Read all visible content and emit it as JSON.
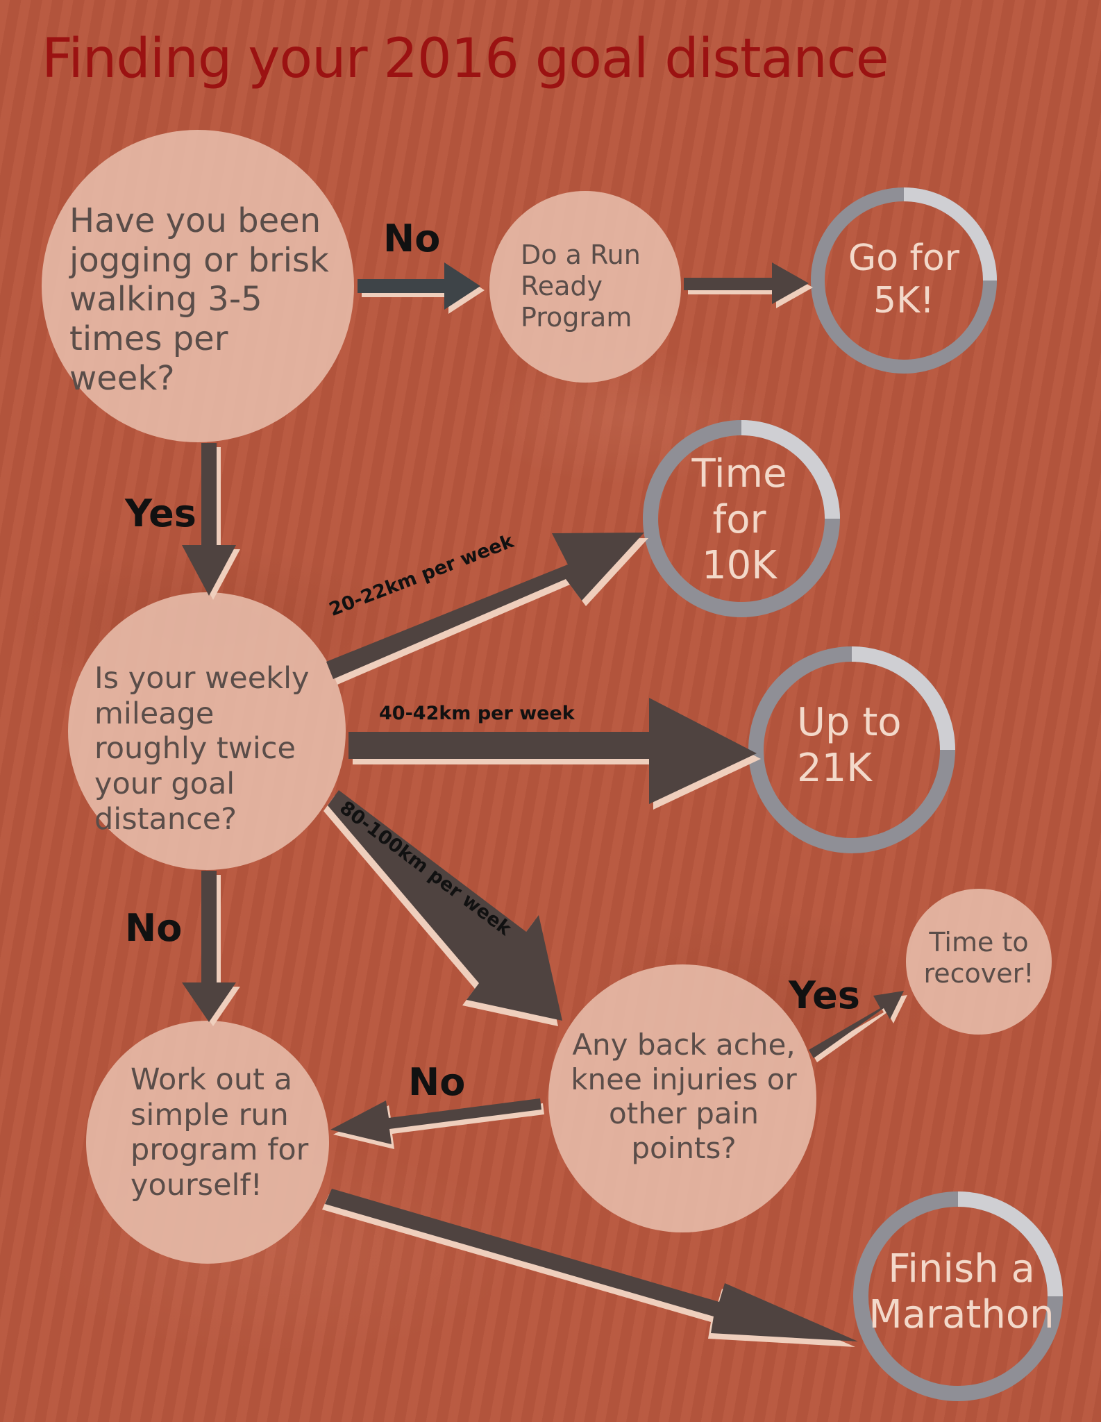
{
  "title": "Finding your 2016 goal distance",
  "nodes": {
    "q_jogging": "Have you been jogging or brisk walking 3-5 times per week?",
    "run_ready": "Do a Run Ready Program",
    "go_5k": "Go for 5K!",
    "q_mileage": "Is your weekly mileage roughly twice your goal distance?",
    "time_10k": "Time for 10K",
    "up_21k": "Up to 21K",
    "time_recover": "Time to recover!",
    "q_pain": "Any back ache, knee injuries or other pain points?",
    "work_out": "Work out a simple run program for yourself!",
    "marathon": "Finish a Marathon"
  },
  "edges": {
    "no_1": "No",
    "yes_1": "Yes",
    "km_20_22": "20-22km per week",
    "km_40_42": "40-42km per week",
    "km_80_100": "80-100km per week",
    "no_2": "No",
    "yes_2": "Yes",
    "no_3": "No"
  },
  "colors": {
    "background": "#b8573e",
    "title": "#9b1212",
    "node_fill": "#e5b9a6",
    "node_text": "#5a4d49",
    "arrow": "#4f4340",
    "arrow_highlight": "#efcfbd",
    "ring_dark": "#8f8f96",
    "ring_light": "#cfcfd3",
    "outcome_text": "#f3d9ca"
  }
}
